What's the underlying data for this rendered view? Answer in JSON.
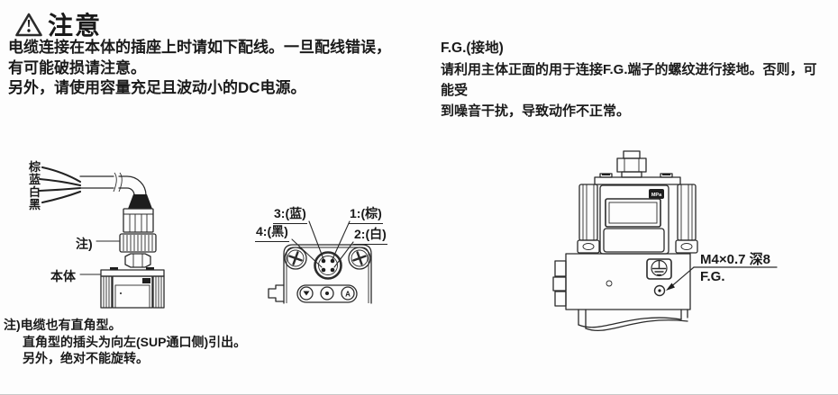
{
  "notice": {
    "title": "注意",
    "line1": "电缆连接在本体的插座上时请如下配线。一旦配线错误，",
    "line2": "有可能破损请注意。",
    "line3": "另外，请使用容量充足且波动小的DC电源。"
  },
  "grounding": {
    "title": "F.G.(接地)",
    "line1": "请利用主体正面的用于连接F.G.端子的螺纹进行接地。否则，可能受",
    "line2": "到噪音干扰，导致动作不正常。"
  },
  "cable_diagram": {
    "wire_color_1": "棕",
    "wire_color_2": "蓝",
    "wire_color_3": "白",
    "wire_color_4": "黑",
    "note_label": "注)",
    "body_label": "本体"
  },
  "pinout_diagram": {
    "pin3": "3:(蓝)",
    "pin1": "1:(棕)",
    "pin4": "4:(黑)",
    "pin2": "2:(白)",
    "button_a": "A"
  },
  "fg_diagram": {
    "display_unit": "MPa",
    "thread_spec": "M4×0.7 深8",
    "terminal_label": "F.G."
  },
  "footnote": {
    "line1": "注)电缆也有直角型。",
    "line2": "直角型的插头为向左(SUP通口侧)引出。",
    "line3": "另外，绝对不能旋转。"
  },
  "colors": {
    "ink": "#1a1a1a"
  }
}
